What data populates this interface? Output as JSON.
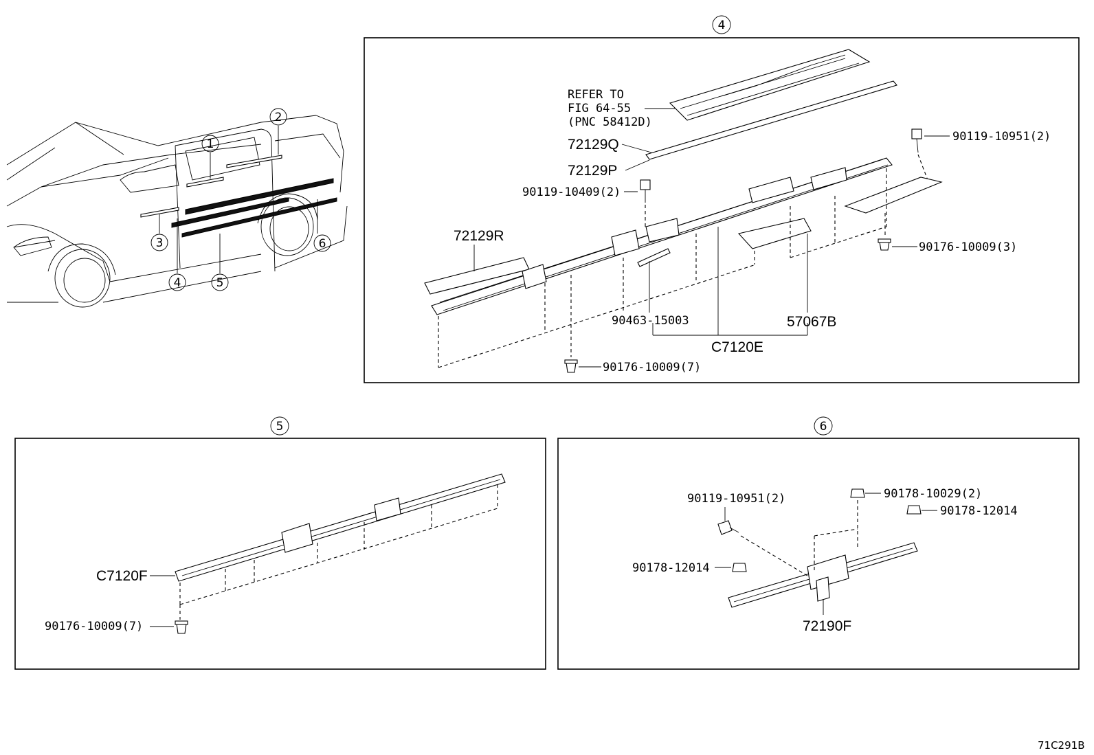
{
  "diagram_id": "71C291B",
  "overview": {
    "callouts": [
      "1",
      "2",
      "3",
      "4",
      "5",
      "6"
    ]
  },
  "section4": {
    "number": "4",
    "refer_line1": "REFER TO",
    "refer_line2": "FIG 64-55",
    "refer_line3": "(PNC 58412D)",
    "parts": {
      "p72129Q": "72129Q",
      "p72129P": "72129P",
      "p72129R": "72129R",
      "bolt_90119_10409": "90119-10409(2)",
      "bolt_90119_10951": "90119-10951(2)",
      "clip_90176_10009_3": "90176-10009(3)",
      "clip_90176_10009_7": "90176-10009(7)",
      "tie_90463_15003": "90463-15003",
      "p57067B": "57067B",
      "assy_C7120E": "C7120E"
    }
  },
  "section5": {
    "number": "5",
    "parts": {
      "assy_C7120F": "C7120F",
      "clip_90176_10009_7": "90176-10009(7)"
    }
  },
  "section6": {
    "number": "6",
    "parts": {
      "bolt_90119_10951": "90119-10951(2)",
      "nut_90178_10029": "90178-10029(2)",
      "nut_90178_12014_a": "90178-12014",
      "nut_90178_12014_b": "90178-12014",
      "assy_72190F": "72190F"
    }
  }
}
